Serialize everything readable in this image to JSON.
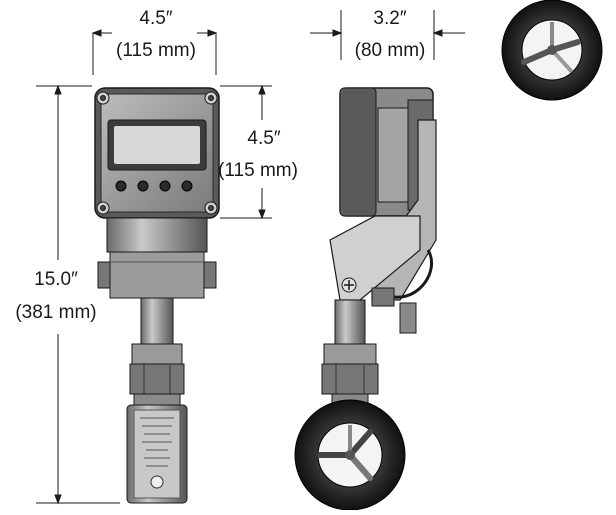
{
  "dimensions": {
    "front_width": {
      "value": "4.5″",
      "metric": "(115 mm)"
    },
    "front_height": {
      "value": "4.5″",
      "metric": "(115 mm)"
    },
    "side_depth": {
      "value": "3.2″",
      "metric": "(80 mm)"
    },
    "overall_height": {
      "value": "15.0″",
      "metric": "(381 mm)"
    }
  },
  "colors": {
    "line": "#1a1a1a",
    "body": "#9a9a9a",
    "body_dark": "#4a4a4a",
    "rotor": "#2b2b2b",
    "label": "#d9d9d9"
  },
  "icons": [
    "plus-screw-icon",
    "rotor-wheel-icon"
  ]
}
